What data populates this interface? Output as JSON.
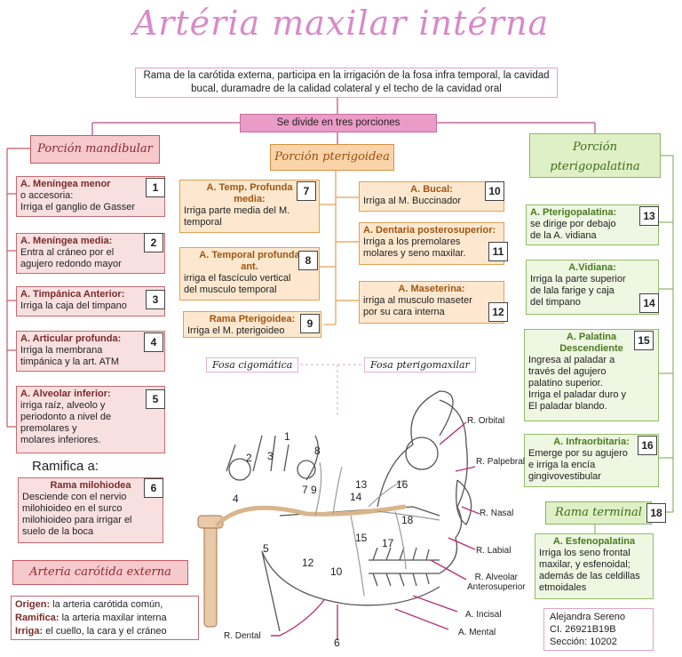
{
  "title": "Artéria maxilar intérna",
  "intro": "Rama de la carótida externa, participa en la irrigación de la fosa infra temporal, la cavidad bucal, duramadre de la calidad colateral y el techo de la cavidad oral",
  "divides": "Se divide en tres porciones",
  "headers": {
    "mandibular": "Porción mandibular",
    "pterigoidea": "Porción pterigoidea",
    "pterigopalatina_l1": "Porción",
    "pterigopalatina_l2": "pterigopalatina"
  },
  "mandibular": [
    {
      "n": "1",
      "title": "A. Meníngea menor",
      "text": "o accesoria:\nIrriga el ganglio de Gasser"
    },
    {
      "n": "2",
      "title": "A. Meníngea media:",
      "text": "Entra al cráneo por el\n     agujero redondo mayor"
    },
    {
      "n": "3",
      "title": "A. Timpánica Anterior:",
      "text": "Irriga la caja del timpano"
    },
    {
      "n": "4",
      "title": "A. Articular profunda:",
      "text": "Irriga la membrana\ntimpánica y la art. ATM"
    },
    {
      "n": "5",
      "title": "A. Alveolar inferior:",
      "text": "irriga raíz, alveolo y\nperiodonto a nivel de\npremolares y\nmolares inferiores."
    }
  ],
  "ramifica": "Ramifica a:",
  "milohiodea": {
    "n": "6",
    "title": "Rama milohiodea",
    "text": "Desciende con el nervio\nmilohioideo en el surco\nmilohioideo para irrigar el\nsuelo de la boca"
  },
  "carotida": "Arteria carótida externa",
  "origin": {
    "l1_label": "Origen:",
    "l1": " la arteria carótida común,",
    "l2_label": "Ramifica:",
    "l2": " la arteria maxilar interna",
    "l3_label": "Irriga:",
    "l3": " el cuello, la cara y el cráneo"
  },
  "pterigoidea_left": [
    {
      "n": "7",
      "title": "A.  Temp. Profunda\nmedia:",
      "text": "Irriga parte media del M.\n     temporal"
    },
    {
      "n": "8",
      "title": "A. Temporal profunda\nant.",
      "text": "irriga  el fascículo vertical\ndel musculo temporal"
    },
    {
      "n": "9",
      "title": "Rama Pterigoidea:",
      "text": "Irriga el M. pterigoideo"
    }
  ],
  "pterigoidea_right": [
    {
      "n": "10",
      "title": "A. Bucal:",
      "text": "Irriga al  M. Buccinador"
    },
    {
      "n": "11",
      "title": "A. Dentaria posterosuperior:",
      "text": "Irriga a los premolares\nmolares y seno maxilar."
    },
    {
      "n": "12",
      "title": "A. Maseterina:",
      "text": "irriga al musculo maseter\npor su cara interna"
    }
  ],
  "pterigopalatina": [
    {
      "n": "13",
      "title": "A. Pterigopalatina:",
      "text": "se dirige  por debajo\nde la A. vidiana"
    },
    {
      "n": "14",
      "title": "A.Vidiana:",
      "text": "Irriga la parte superior\nde lala farige y caja\ndel timpano"
    },
    {
      "n": "15",
      "title": "A. Palatina\nDescendiente",
      "text": "Ingresa al paladar a\ntravés del agujero\npalatino superior.\nIrriga el paladar duro y\nEl paladar blando."
    },
    {
      "n": "16",
      "title": "A. Infraorbitaria:",
      "text": "Emerge por su agujero\ne irriga la encía\ngingivovestibular"
    }
  ],
  "rama_terminal": "Rama terminal",
  "rama_terminal_n": "18",
  "esfenopalatina": {
    "title": "A. Esfenopalatina",
    "text": "Irriga los seno frontal\nmaxilar, y esfenoidal;\nademás de las celdillas\netmoidales"
  },
  "fosa_left": "Fosa cigomática",
  "fosa_right": "Fosa pterigomaxilar",
  "labels": {
    "orbital": "R. Orbital",
    "palpebral": "R. Palpebral",
    "nasal": "R. Nasal",
    "labial": "R. Labial",
    "alveolar": "R. Alveolar\nAnterosuperior",
    "incisal": "A. Incisal",
    "mental": "A. Mental",
    "dental": "R. Dental"
  },
  "figure_numbers": [
    "1",
    "2",
    "3",
    "4",
    "5",
    "6",
    "7",
    "8",
    "9",
    "10",
    "12",
    "13",
    "14",
    "15",
    "16",
    "17",
    "18"
  ],
  "signature": {
    "name": "Alejandra Sereno",
    "ci": "CI. 26921B19B",
    "section": "Sección: 10202"
  },
  "colors": {
    "pink": "#d889c8",
    "mand": "#c55a60",
    "pter": "#e0a055",
    "ptpal": "#8bb660",
    "artery": "#b5337a"
  }
}
